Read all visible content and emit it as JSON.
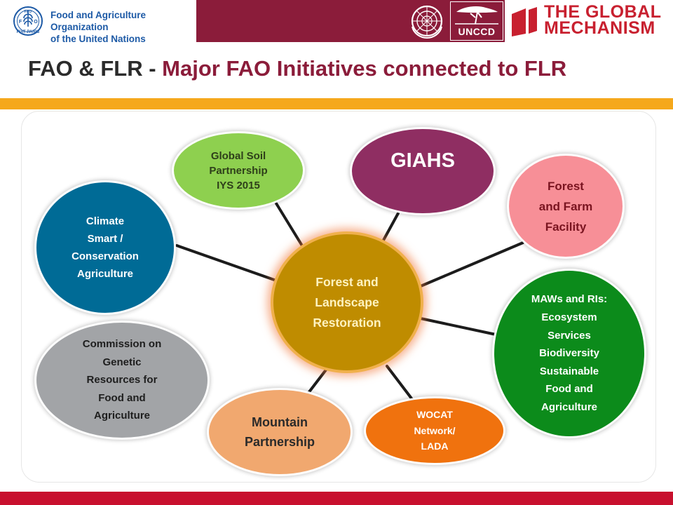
{
  "header": {
    "fao_name_line1": "Food and Agriculture Organization",
    "fao_name_line2": "of the United Nations",
    "fao_emblem_text": "FAO",
    "fao_motto": "FIAT PANIS",
    "unccd_label": "UNCCD",
    "gm_line1": "THE GLOBAL",
    "gm_line2": "MECHANISM"
  },
  "title": {
    "part1": "FAO & FLR - ",
    "part2": "Major FAO Initiatives connected to FLR"
  },
  "diagram": {
    "center": "Forest and\nLandscape\nRestoration",
    "nodes": {
      "soil": "Global Soil\nPartnership\nIYS 2015",
      "giahs": "GIAHS",
      "forest_farm": "Forest\nand Farm\nFacility",
      "climate": "Climate\nSmart /\nConservation\nAgriculture",
      "maws": "MAWs and RIs:\nEcosystem\nServices\nBiodiversity\nSustainable\nFood and\nAgriculture",
      "genetic": "Commission on\nGenetic\nResources for\nFood and\nAgriculture",
      "mountain": "Mountain\nPartnership",
      "wocat": "WOCAT\nNetwork/\nLADA"
    }
  },
  "colors": {
    "maroon": "#8b1c3a",
    "orange_bar": "#f5a81c",
    "bottom_bar": "#c8102e",
    "center": "#bf8c00",
    "soil": "#8ed04f",
    "giahs": "#8f2e62",
    "forest_farm": "#f78f97",
    "climate": "#006b96",
    "maws": "#0c8b1b",
    "genetic": "#a2a4a7",
    "mountain": "#f1a86f",
    "wocat": "#f0720e"
  }
}
